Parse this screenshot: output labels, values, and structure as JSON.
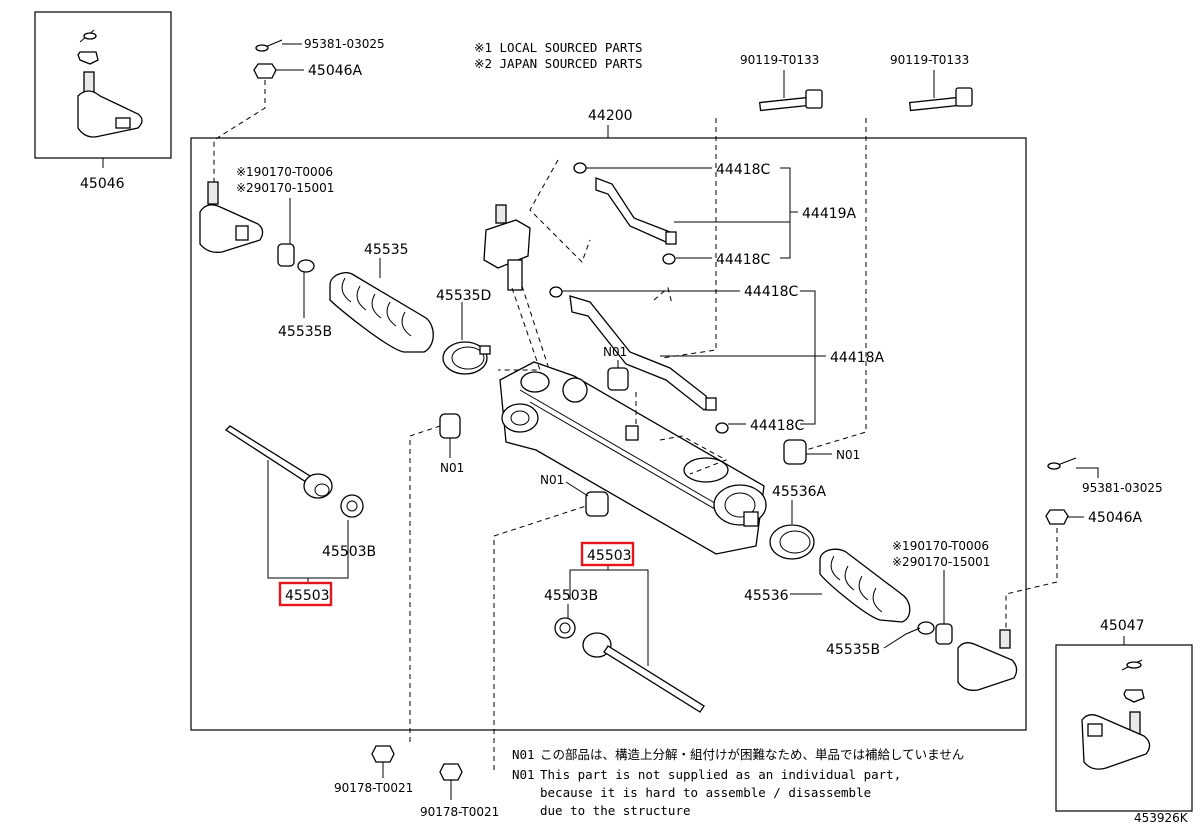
{
  "notes": {
    "local": "※1 LOCAL SOURCED PARTS",
    "japan": "※2 JAPAN SOURCED PARTS"
  },
  "parts": {
    "p45046_box": "45046",
    "p45047_box": "45047",
    "pin_left": "95381-03025",
    "nut_left": "45046A",
    "bolt_a": "90119-T0133",
    "bolt_b": "90119-T0133",
    "assy": "44200",
    "alt_left_1": "※190170-T0006",
    "alt_left_2": "※290170-15001",
    "boot_left": "45535",
    "clamp_left_big": "45535D",
    "clamp_left_small": "45535B",
    "o_ring_1": "44418C",
    "tube_a": "44419A",
    "o_ring_2": "44418C",
    "o_ring_3": "44418C",
    "tube_b": "44418A",
    "o_ring_4": "44418C",
    "n01_a": "N01",
    "n01_b": "N01",
    "n01_c": "N01",
    "n01_d": "N01",
    "washer_left": "45503B",
    "rod_left": "45503",
    "rod_right": "45503",
    "washer_right": "45503B",
    "clamp_right_big": "45536A",
    "boot_right": "45536",
    "clamp_right_small": "45535B",
    "alt_right_1": "※190170-T0006",
    "alt_right_2": "※290170-15001",
    "pin_right": "95381-03025",
    "nut_right": "45046A",
    "bolt_c": "90178-T0021",
    "bolt_d": "90178-T0021"
  },
  "footnote": {
    "code_jp": "N01",
    "text_jp": "この部品は、構造上分解・組付けが困難なため、単品では補給していません",
    "code_en": "N01",
    "line1": "This part is not supplied as an individual part,",
    "line2": "because it is hard to assemble / disassemble",
    "line3": "due to the structure"
  },
  "diagram_id": "453926K"
}
